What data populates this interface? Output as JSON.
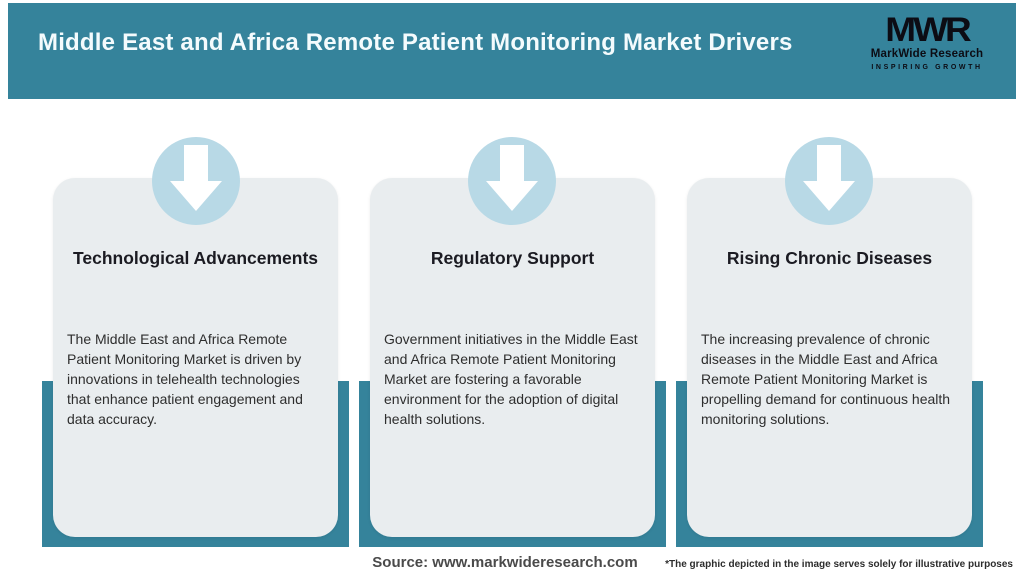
{
  "header": {
    "title": "Middle East and Africa Remote Patient Monitoring Market Drivers",
    "logo": {
      "monogram": "MWR",
      "name": "MarkWide Research",
      "tagline": "INSPIRING GROWTH"
    }
  },
  "cards": [
    {
      "title": "Technological Advancements",
      "body": "The Middle East and Africa Remote Patient Monitoring Market is driven by innovations in telehealth technologies that enhance patient engagement and data accuracy."
    },
    {
      "title": "Regulatory Support",
      "body": "Government initiatives in the Middle East and Africa Remote Patient Monitoring Market are fostering a favorable environment for the adoption of digital health solutions."
    },
    {
      "title": "Rising Chronic Diseases",
      "body": "The increasing prevalence of chronic diseases in the Middle East and Africa Remote Patient Monitoring Market is propelling demand for continuous health monitoring solutions."
    }
  ],
  "footer": {
    "source": "Source: www.markwideresearch.com",
    "disclaimer": "*The graphic depicted in the image serves solely for illustrative purposes"
  },
  "colors": {
    "header_teal": "#35839b",
    "card_background": "#e9edef",
    "arrow_circle_blue": "#b8d9e6",
    "arrow_white": "#ffffff",
    "title_text": "#f4fbfd",
    "logo_black": "#0c0c14"
  },
  "icons": {
    "arrow": "down-arrow-icon"
  }
}
